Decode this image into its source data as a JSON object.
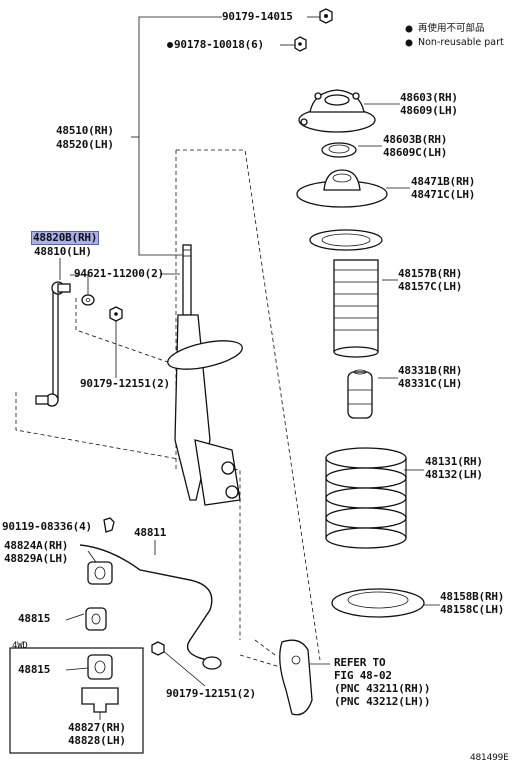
{
  "legend": {
    "item1": "再使用不可部品",
    "item2": "Non-reusable part"
  },
  "labels": {
    "p90179_14015": "90179-14015",
    "p90178_10018": "90178-10018(6)",
    "p48510": "48510(RH)",
    "p48520": "48520(LH)",
    "p48820B": "48820B(RH)",
    "p48810": "48810(LH)",
    "p94621": "94621-11200(2)",
    "p90179_12151_a": "90179-12151(2)",
    "p48603": "48603(RH)",
    "p48609": "48609(LH)",
    "p48603B": "48603B(RH)",
    "p48609C": "48609C(LH)",
    "p48471B": "48471B(RH)",
    "p48471C": "48471C(LH)",
    "p48157B": "48157B(RH)",
    "p48157C": "48157C(LH)",
    "p48331B": "48331B(RH)",
    "p48331C": "48331C(LH)",
    "p48131": "48131(RH)",
    "p48132": "48132(LH)",
    "p48158B": "48158B(RH)",
    "p48158C": "48158C(LH)",
    "p90119": "90119-08336(4)",
    "p48811": "48811",
    "p48824A": "48824A(RH)",
    "p48829A": "48829A(LH)",
    "p48815a": "48815",
    "p48815b": "48815",
    "p4wd": "4WD",
    "p48827": "48827(RH)",
    "p48828": "48828(LH)",
    "p90179_12151_b": "90179-12151(2)",
    "refer1": "REFER TO",
    "refer2": "FIG 48-02",
    "refer3": "(PNC 43211(RH))",
    "refer4": "(PNC 43212(LH))",
    "figno": "481499E"
  }
}
